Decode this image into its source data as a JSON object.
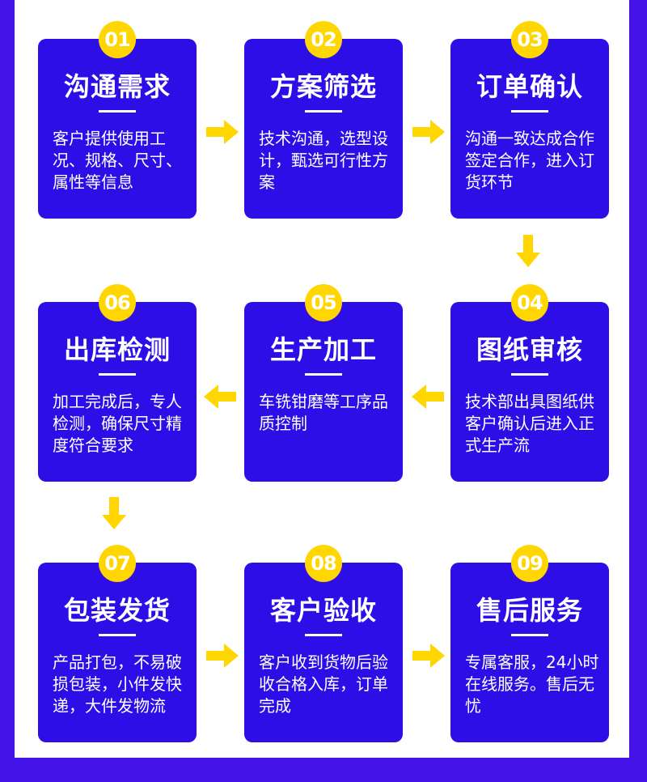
{
  "colors": {
    "background": "#4313E8",
    "card": "#2E0EE6",
    "badge": "#FFD600",
    "arrow": "#FFD600"
  },
  "steps": [
    {
      "number": "01",
      "title": "沟通需求",
      "desc": "客户提供使用工况、规格、尺寸、属性等信息"
    },
    {
      "number": "02",
      "title": "方案筛选",
      "desc": "技术沟通，选型设计，甄选可行性方案"
    },
    {
      "number": "03",
      "title": "订单确认",
      "desc": "沟通一致达成合作签定合作，进入订货环节"
    },
    {
      "number": "04",
      "title": "图纸审核",
      "desc": "技术部出具图纸供客户确认后进入正式生产流"
    },
    {
      "number": "05",
      "title": "生产加工",
      "desc": "车铣钳磨等工序品质控制"
    },
    {
      "number": "06",
      "title": "出库检测",
      "desc": "加工完成后，专人检测，确保尺寸精度符合要求"
    },
    {
      "number": "07",
      "title": "包装发货",
      "desc": "产品打包，不易破损包装，小件发快递，大件发物流"
    },
    {
      "number": "08",
      "title": "客户验收",
      "desc": "客户收到货物后验收合格入库，订单完成"
    },
    {
      "number": "09",
      "title": "售后服务",
      "desc": "专属客服，24小时在线服务。售后无忧"
    }
  ]
}
